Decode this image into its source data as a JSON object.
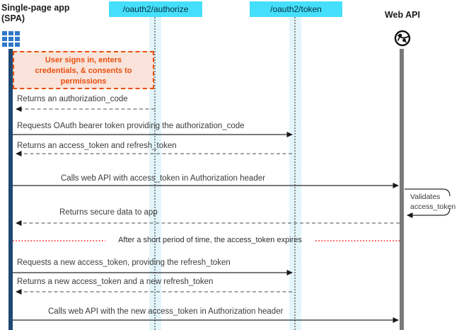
{
  "actors": {
    "spa": {
      "title_line1": "Single-page app",
      "title_line2": "(SPA)",
      "icon": "app-grid-icon"
    },
    "authorize_endpoint": {
      "label": "/oauth2/authorize"
    },
    "token_endpoint": {
      "label": "/oauth2/token"
    },
    "web_api": {
      "label": "Web API",
      "icon": "globe-icon"
    }
  },
  "note": {
    "text": "User signs in, enters credentials, & consents to permissions"
  },
  "messages": [
    {
      "label": "Returns an authorization_code",
      "kind": "dashed-return",
      "from": "authorize_endpoint",
      "to": "spa"
    },
    {
      "label": "Requests OAuth bearer token providing the authorization_code",
      "kind": "solid-request",
      "from": "spa",
      "to": "token_endpoint"
    },
    {
      "label": "Returns an access_token and refresh_token",
      "kind": "dashed-return",
      "from": "token_endpoint",
      "to": "spa"
    },
    {
      "label": "Calls web API with access_token in Authorization header",
      "kind": "solid-request",
      "from": "spa",
      "to": "web_api"
    },
    {
      "label": "Validates access_token",
      "kind": "self-message",
      "from": "web_api",
      "to": "web_api"
    },
    {
      "label": "Returns secure data to app",
      "kind": "dashed-return",
      "from": "web_api",
      "to": "spa"
    },
    {
      "label": "After a short period of time, the access_token expires",
      "kind": "separator"
    },
    {
      "label": "Requests a new access_token, providing the refresh_token",
      "kind": "solid-request",
      "from": "spa",
      "to": "token_endpoint"
    },
    {
      "label": "Returns a new access_token and a new refresh_token",
      "kind": "dashed-return",
      "from": "token_endpoint",
      "to": "spa"
    },
    {
      "label": "Calls web API with the new access_token in Authorization header",
      "kind": "solid-request",
      "from": "spa",
      "to": "web_api"
    }
  ],
  "colors": {
    "endpoint_fill": "#45dffb",
    "endpoint_text": "#07303f",
    "lifeline_band": "#e2f5fb",
    "lifeline_dot": "#8c8c8c",
    "spa_bar": "#1f4872",
    "api_bar": "#7a7a7a",
    "note_fill": "#f9e3da",
    "note_border": "#e8500f",
    "grid_blue": "#2f78c9",
    "separator_red": "#ff2b2b"
  }
}
